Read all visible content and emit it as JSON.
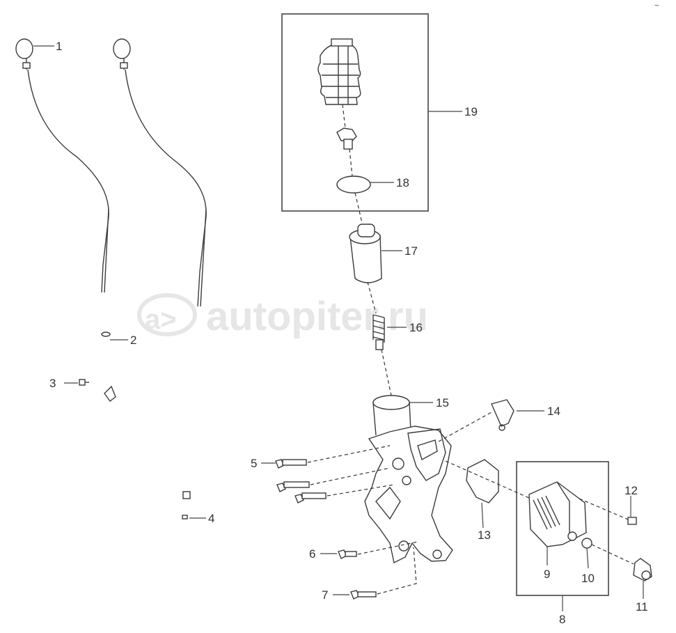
{
  "watermark": {
    "text": "autopiter.ru",
    "logo": "a>"
  },
  "corner_mark": "~",
  "callouts": {
    "c1": "1",
    "c2": "2",
    "c3": "3",
    "c4": "4",
    "c5": "5",
    "c6": "6",
    "c7": "7",
    "c8": "8",
    "c9": "9",
    "c10": "10",
    "c11": "11",
    "c12": "12",
    "c13": "13",
    "c14": "14",
    "c15": "15",
    "c16": "16",
    "c17": "17",
    "c18": "18",
    "c19": "19"
  }
}
